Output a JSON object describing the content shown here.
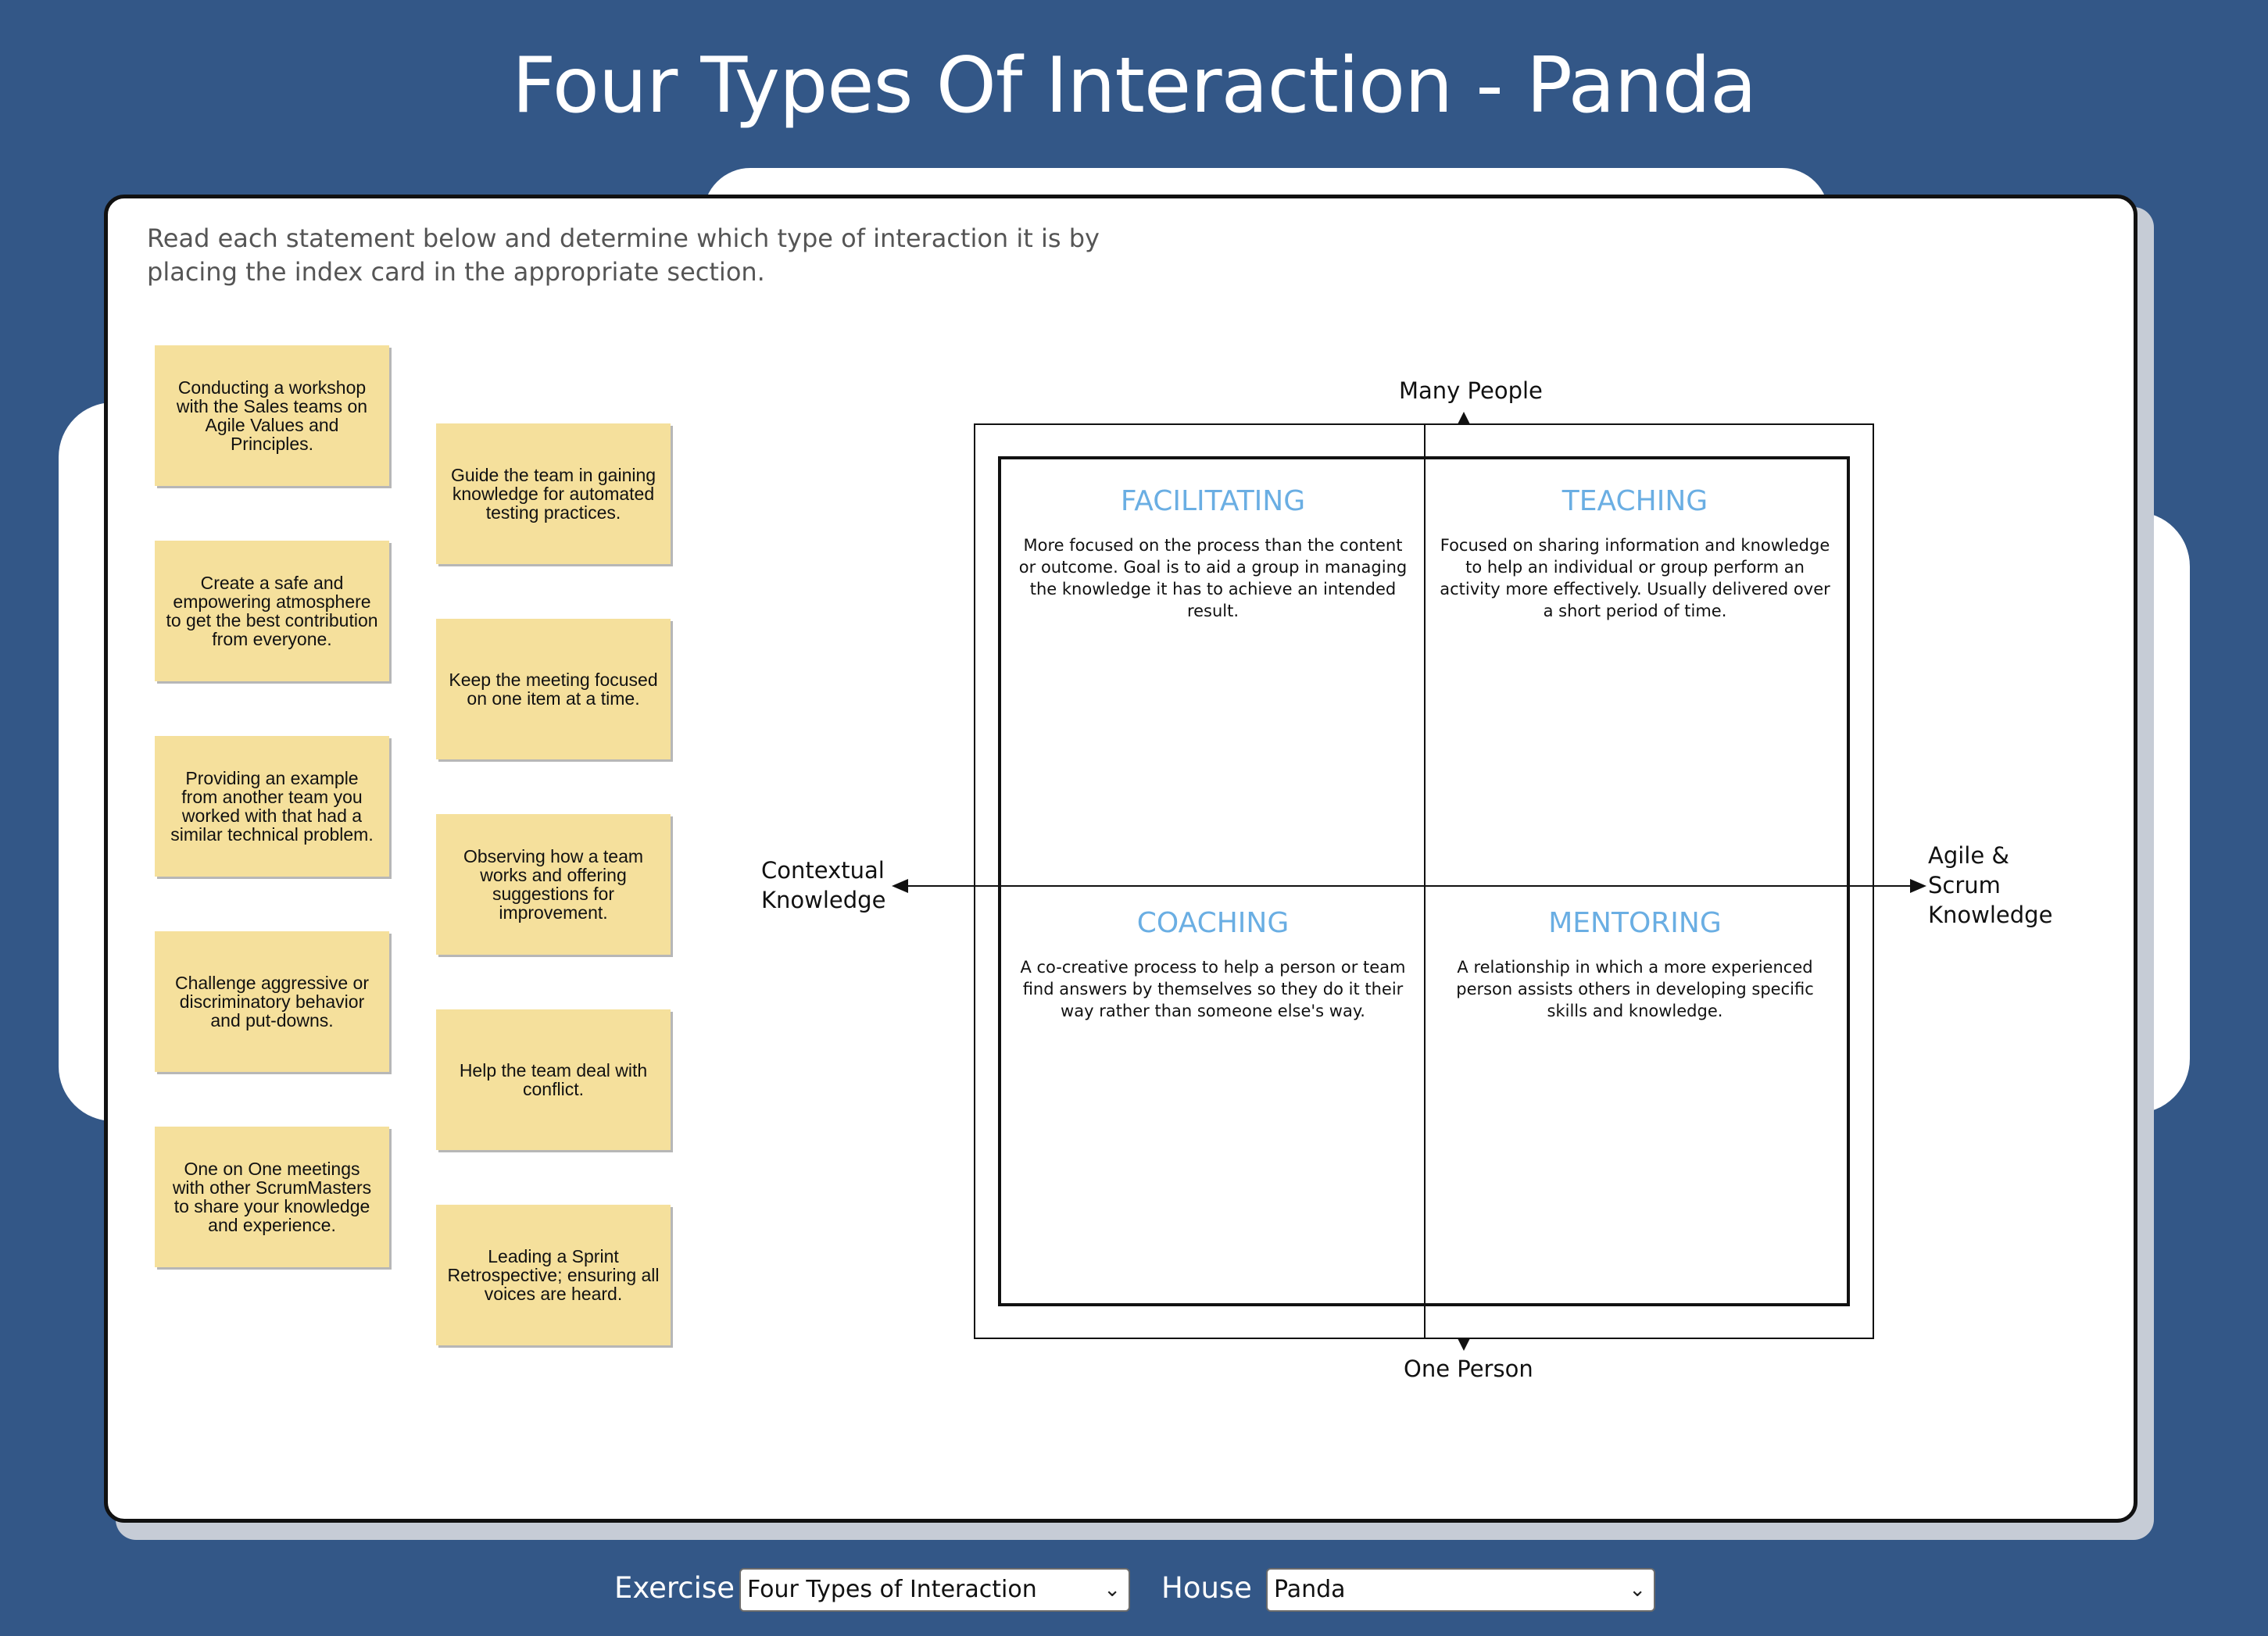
{
  "page": {
    "title": "Four Types Of Interaction - Panda",
    "instructions": "Read each statement below and determine which type of interaction it is by placing the index card in the appropriate section."
  },
  "cards": [
    {
      "text": "Conducting a workshop with the Sales teams on Agile Values and Principles."
    },
    {
      "text": "Guide the team in gaining knowledge for automated testing practices."
    },
    {
      "text": "Create a safe and empowering atmosphere to get the best contribution from everyone."
    },
    {
      "text": "Keep the meeting focused on one item at a time."
    },
    {
      "text": "Providing an example from another team you worked with that had a similar technical problem."
    },
    {
      "text": "Observing how a team works and offering suggestions for improvement."
    },
    {
      "text": "Challenge aggressive or discriminatory behavior and put-downs."
    },
    {
      "text": "Help the team deal with conflict."
    },
    {
      "text": "One on One meetings with other ScrumMasters to share your knowledge and experience."
    },
    {
      "text": "Leading a Sprint Retrospective; ensuring all voices are heard."
    }
  ],
  "diagram": {
    "axis_top": "Many People",
    "axis_bottom": "One Person",
    "axis_left": "Contextual\nKnowledge",
    "axis_right": "Agile &\nScrum\nKnowledge",
    "quadrants": {
      "facilitating": {
        "title": "FACILITATING",
        "description": "More focused on the process than the content or outcome. Goal is to aid a group in managing the knowledge it has to achieve an intended result."
      },
      "teaching": {
        "title": "TEACHING",
        "description": "Focused on sharing information and knowledge to help an individual or group perform an activity more effectively. Usually delivered over a short period of time."
      },
      "coaching": {
        "title": "COACHING",
        "description": "A co-creative process to help a person or team find answers by themselves so they do it their way rather than someone else's way."
      },
      "mentoring": {
        "title": "MENTORING",
        "description": "A relationship in which a more experienced person assists others in developing specific skills and knowledge."
      }
    },
    "colors": {
      "quadrant_title": "#6aaee3",
      "note_background": "#f5e09c",
      "page_background": "#335787"
    }
  },
  "footer": {
    "exercise_label": "Exercise",
    "exercise_value": "Four Types of Interaction",
    "house_label": "House",
    "house_value": "Panda",
    "dropdown_icon": "chevron-down-icon"
  }
}
